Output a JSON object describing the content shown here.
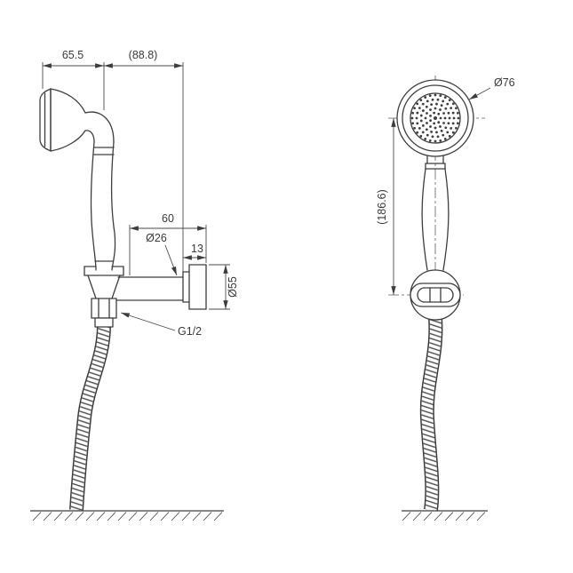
{
  "views": {
    "side": {
      "dim_65_5": "65.5",
      "dim_88_8": "(88.8)",
      "dim_60": "60",
      "dim_dia_26": "Ø26",
      "dim_13": "13",
      "dim_dia_55": "Ø55",
      "thread_label": "G1/2"
    },
    "front": {
      "dim_dia_76": "Ø76",
      "dim_186_6": "(186.6)"
    }
  }
}
